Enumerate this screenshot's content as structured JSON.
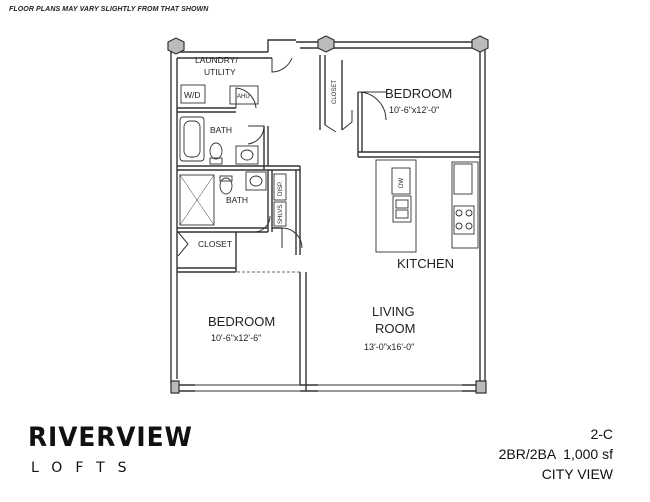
{
  "disclaimer": "FLOOR PLANS MAY VARY SLIGHTLY FROM THAT SHOWN",
  "rooms": {
    "laundry_line1": "LAUNDRY/",
    "laundry_line2": "UTILITY",
    "wd": "W/D",
    "ahu": "AHU",
    "bath_upper": "BATH",
    "bath_lower": "BATH",
    "closet_vertical": "CLOSET",
    "closet_lower": "CLOSET",
    "bedroom1_name": "BEDROOM",
    "bedroom1_dim": "10'-6\"x12'-0\"",
    "kitchen": "KITCHEN",
    "dw": "DW",
    "disp": "DISP.",
    "shlvs": "SHLVS.",
    "bedroom2_name": "BEDROOM",
    "bedroom2_dim": "10'-6\"x12'-6\"",
    "living_line1": "LIVING",
    "living_line2": "ROOM",
    "living_dim": "13'-0\"x16'-0\""
  },
  "brand": {
    "name": "RIVERVIEW",
    "sub": "LOFTS"
  },
  "unit": {
    "code": "2-C",
    "summary": "2BR/2BA  1,000 sf",
    "view": "CITY VIEW"
  }
}
